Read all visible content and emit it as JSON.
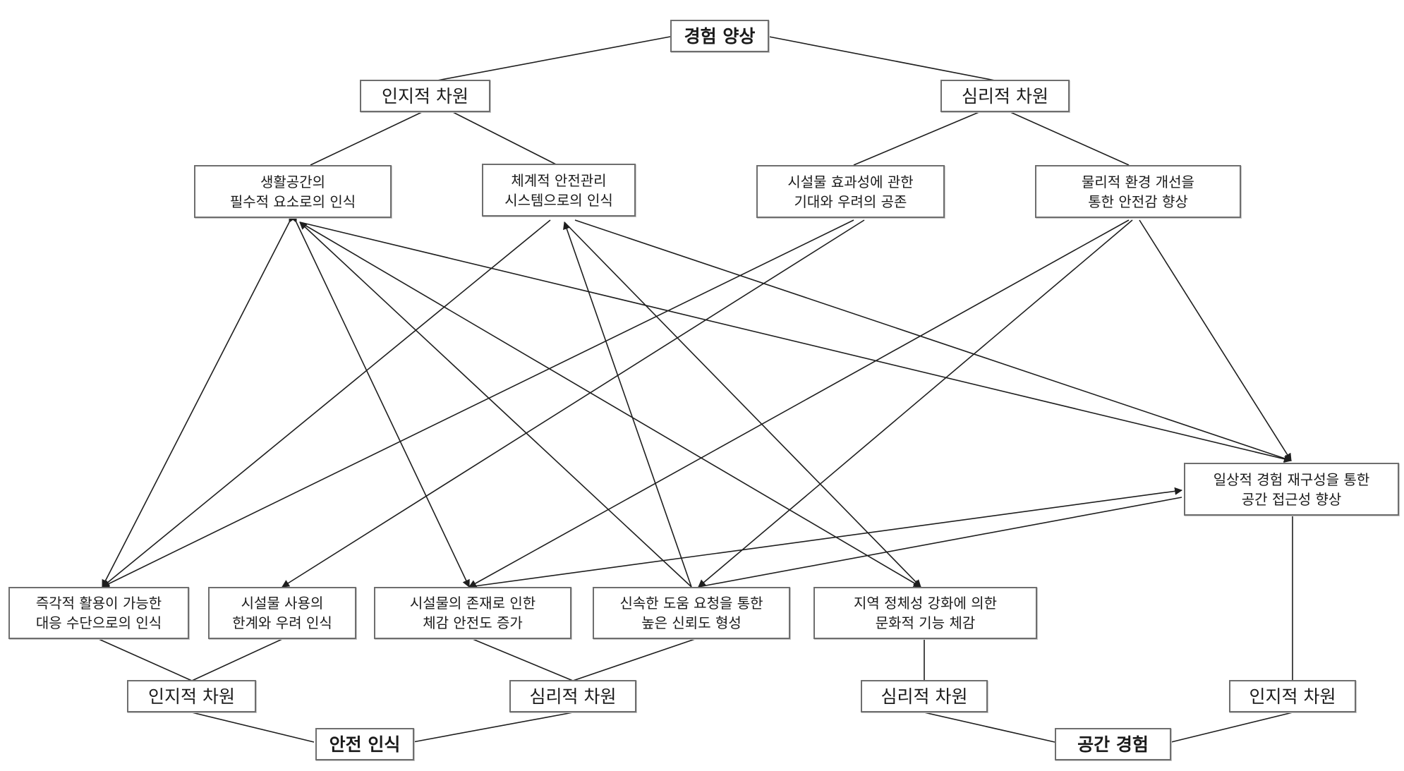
{
  "diagram": {
    "root": {
      "label": "경험 양상"
    },
    "top_dimensions": {
      "cognitive": "인지적 차원",
      "psychological": "심리적 차원"
    },
    "upper_nodes": {
      "essential_space": [
        "생활공간의",
        "필수적 요소로의 인식"
      ],
      "systematic_safety": [
        "체계적 안전관리",
        "시스템으로의 인식"
      ],
      "expectation_concern": [
        "시설물 효과성에 관한",
        "기대와 우려의 공존"
      ],
      "physical_improvement": [
        "물리적 환경 개선을",
        "통한 안전감 향상"
      ]
    },
    "daily_experience": [
      "일상적 경험 재구성을 통한",
      "공간 접근성 향상"
    ],
    "lower_nodes": {
      "immediate_response": [
        "즉각적 활용이 가능한",
        "대응 수단으로의 인식"
      ],
      "usage_limits": [
        "시설물 사용의",
        "한계와 우려 인식"
      ],
      "perceived_safety": [
        "시설물의 존재로 인한",
        "체감 안전도 증가"
      ],
      "quick_help": [
        "신속한 도움 요청을 통한",
        "높은 신뢰도 형성"
      ],
      "regional_identity": [
        "지역 정체성 강화에 의한",
        "문화적 기능 체감"
      ]
    },
    "bottom_dimensions": {
      "cognitive_a": "인지적 차원",
      "psychological_a": "심리적 차원",
      "psychological_b": "심리적 차원",
      "cognitive_b": "인지적 차원"
    },
    "categories": {
      "safety": "안전 인식",
      "space": "공간 경험"
    }
  },
  "colors": {
    "border": "#6e6e6e",
    "line": "#1e1e1e",
    "background": "#ffffff"
  }
}
